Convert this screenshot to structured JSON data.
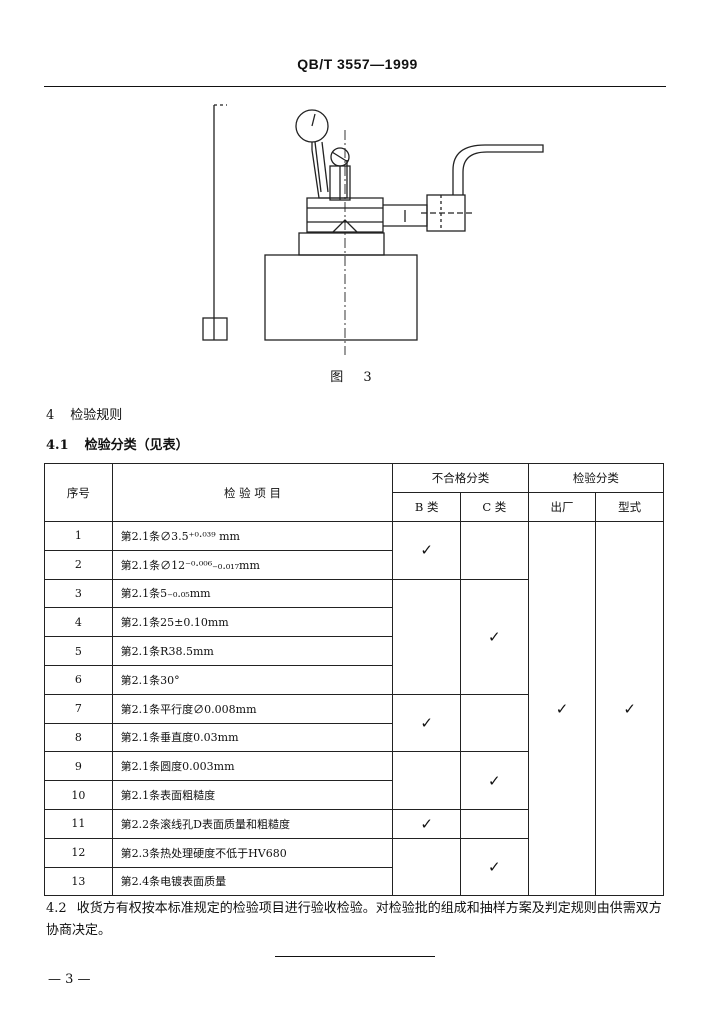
{
  "header": {
    "standard_code": "QB/T 3557—1999"
  },
  "figure": {
    "caption": "图  3"
  },
  "section4": {
    "number": "4",
    "title": "检验规则"
  },
  "section4_1": {
    "number": "4.1",
    "title": "检验分类（见表）"
  },
  "table": {
    "headers": {
      "seq": "序号",
      "item": "检 验 项 目",
      "nonconformity_group": "不合格分类",
      "inspection_group": "检验分类",
      "class_b": "B 类",
      "class_c": "C 类",
      "factory": "出厂",
      "type_test": "型式"
    },
    "rows": [
      {
        "no": "1",
        "item": "第2.1条∅3.5⁺⁰·⁰³⁹ mm"
      },
      {
        "no": "2",
        "item": "第2.1条∅12⁻⁰·⁰⁰⁶₋₀.₀₁₇mm"
      },
      {
        "no": "3",
        "item": "第2.1条5₋₀.₀₅mm"
      },
      {
        "no": "4",
        "item": "第2.1条25±0.10mm"
      },
      {
        "no": "5",
        "item": "第2.1条R38.5mm"
      },
      {
        "no": "6",
        "item": "第2.1条30°"
      },
      {
        "no": "7",
        "item": "第2.1条平行度∅0.008mm"
      },
      {
        "no": "8",
        "item": "第2.1条垂直度0.03mm"
      },
      {
        "no": "9",
        "item": "第2.1条圆度0.003mm"
      },
      {
        "no": "10",
        "item": "第2.1条表面粗糙度"
      },
      {
        "no": "11",
        "item": "第2.2条滚线孔D表面质量和粗糙度"
      },
      {
        "no": "12",
        "item": "第2.3条热处理硬度不低于HV680"
      },
      {
        "no": "13",
        "item": "第2.4条电镀表面质量"
      }
    ],
    "check_mark": "✓"
  },
  "section4_2": {
    "number": "4.2",
    "text": "收货方有权按本标准规定的检验项目进行验收检验。对检验批的组成和抽样方案及判定规则由供需双方协商决定。"
  },
  "footer": {
    "page_number": "— 3 —"
  }
}
